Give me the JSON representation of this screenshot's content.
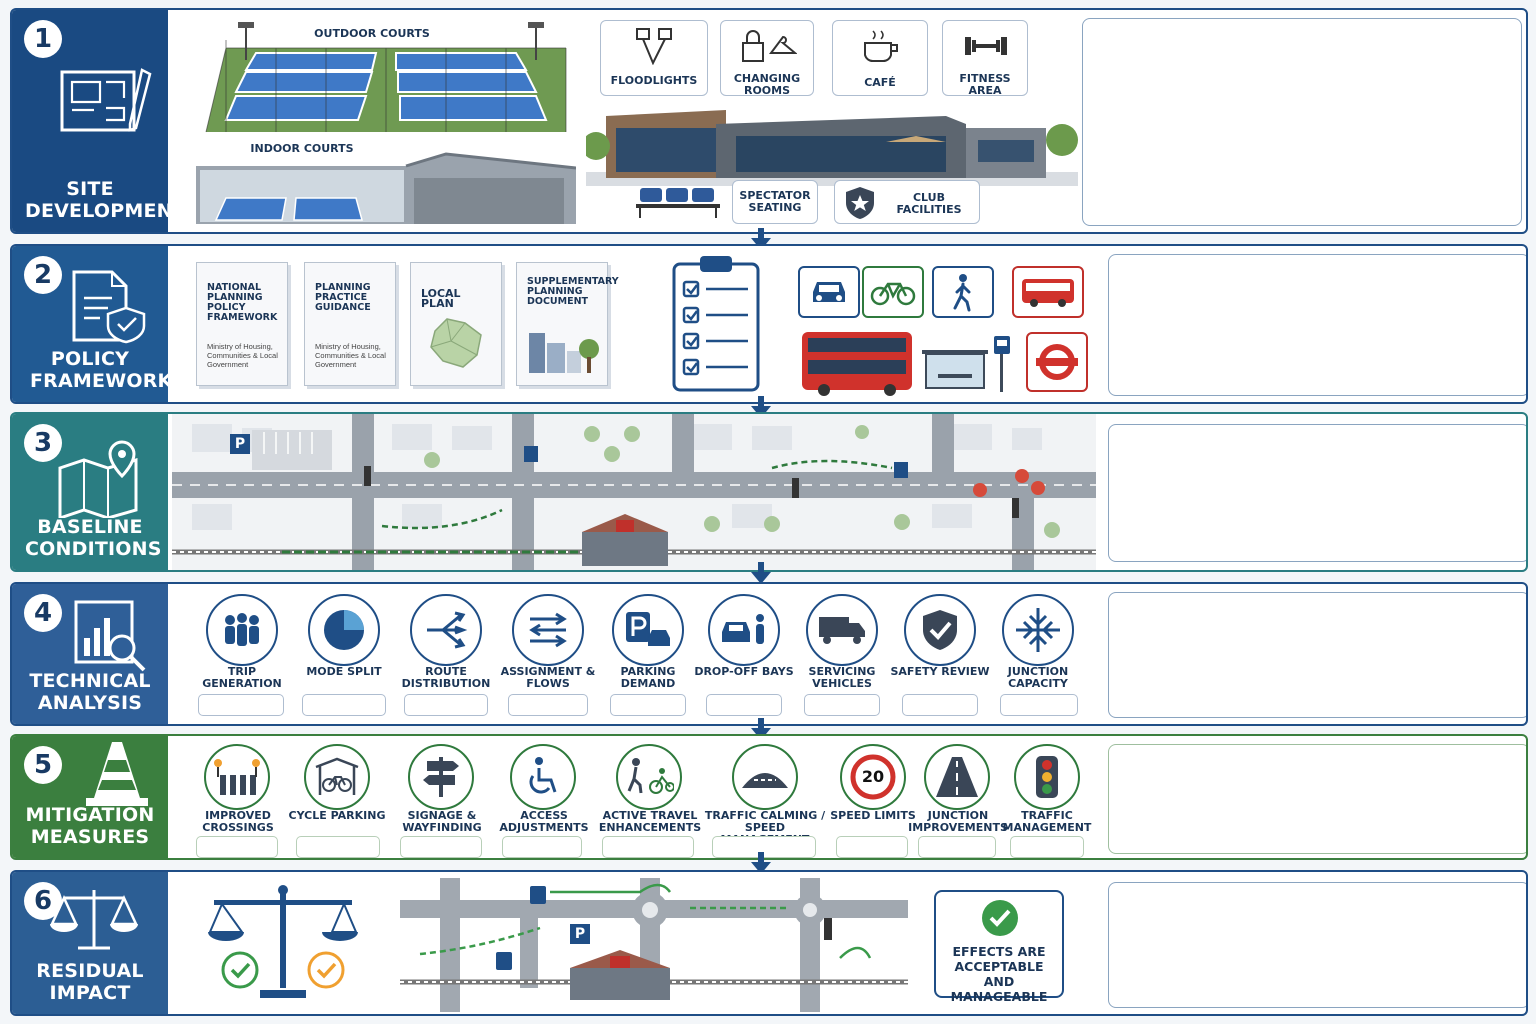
{
  "colors": {
    "site": "#1a4a82",
    "policy": "#215a93",
    "baseline": "#2a7d82",
    "technical": "#2f5f98",
    "mitigation": "#3b7f3f",
    "residual": "#2c5e94"
  },
  "rows": [
    {
      "num": "1",
      "title": "SITE DEVELOPMENT",
      "icon": "site-plan-icon",
      "outdoor_label": "OUTDOOR COURTS",
      "indoor_label": "INDOOR COURTS",
      "features": [
        {
          "label": "FLOODLIGHTS",
          "icon": "floodlights-icon"
        },
        {
          "label": "CHANGING ROOMS",
          "icon": "lock-hanger-icon"
        },
        {
          "label": "CAFÉ",
          "icon": "coffee-cup-icon"
        },
        {
          "label": "FITNESS AREA",
          "icon": "dumbbell-icon"
        },
        {
          "label": "SPECTATOR SEATING",
          "icon": "seating-icon"
        },
        {
          "label": "CLUB FACILITIES",
          "icon": "shield-star-icon"
        }
      ]
    },
    {
      "num": "2",
      "title": "POLICY FRAMEWORK",
      "icon": "policy-doc-icon",
      "documents": [
        {
          "title": "NATIONAL PLANNING POLICY FRAMEWORK",
          "sub": "Ministry of Housing, Communities & Local Government"
        },
        {
          "title": "PLANNING PRACTICE GUIDANCE",
          "sub": "Ministry of Housing, Communities & Local Government"
        },
        {
          "title": "LOCAL PLAN",
          "sub": ""
        },
        {
          "title": "SUPPLEMENTARY PLANNING DOCUMENT",
          "sub": ""
        }
      ],
      "modes": [
        "car-icon",
        "bicycle-icon",
        "pedestrian-icon",
        "bus-icon"
      ]
    },
    {
      "num": "3",
      "title": "BASELINE CONDITIONS",
      "icon": "map-pin-icon",
      "map_parking": "P"
    },
    {
      "num": "4",
      "title": "TECHNICAL ANALYSIS",
      "icon": "chart-magnifier-icon",
      "items": [
        {
          "label": "TRIP GENERATION",
          "icon": "people-icon"
        },
        {
          "label": "MODE SPLIT",
          "icon": "pie-icon"
        },
        {
          "label": "ROUTE DISTRIBUTION",
          "icon": "route-split-icon"
        },
        {
          "label": "ASSIGNMENT & FLOWS",
          "icon": "flow-arrows-icon"
        },
        {
          "label": "PARKING DEMAND",
          "icon": "parking-car-icon"
        },
        {
          "label": "DROP-OFF BAYS",
          "icon": "car-person-icon"
        },
        {
          "label": "SERVICING VEHICLES",
          "icon": "truck-icon"
        },
        {
          "label": "SAFETY REVIEW",
          "icon": "shield-check-icon"
        },
        {
          "label": "JUNCTION CAPACITY",
          "icon": "junction-icon"
        }
      ]
    },
    {
      "num": "5",
      "title": "MITIGATION MEASURES",
      "icon": "traffic-cone-icon",
      "items": [
        {
          "label": "IMPROVED CROSSINGS",
          "icon": "crossing-icon"
        },
        {
          "label": "CYCLE PARKING",
          "icon": "cycle-shelter-icon"
        },
        {
          "label": "SIGNAGE & WAYFINDING",
          "icon": "signpost-icon"
        },
        {
          "label": "ACCESS ADJUSTMENTS",
          "icon": "wheelchair-icon"
        },
        {
          "label": "ACTIVE TRAVEL ENHANCEMENTS",
          "icon": "walk-cycle-icon"
        },
        {
          "label": "TRAFFIC CALMING / SPEED MANAGEMENT",
          "icon": "speed-hump-icon"
        },
        {
          "label": "SPEED LIMITS",
          "icon": "speed-limit-icon",
          "value": "20"
        },
        {
          "label": "JUNCTION IMPROVEMENTS",
          "icon": "road-icon"
        },
        {
          "label": "TRAFFIC MANAGEMENT",
          "icon": "traffic-light-icon"
        }
      ]
    },
    {
      "num": "6",
      "title": "RESIDUAL IMPACT",
      "icon": "scales-icon",
      "map_parking": "P",
      "verdict": "EFFECTS ARE ACCEPTABLE AND MANAGEABLE"
    }
  ]
}
